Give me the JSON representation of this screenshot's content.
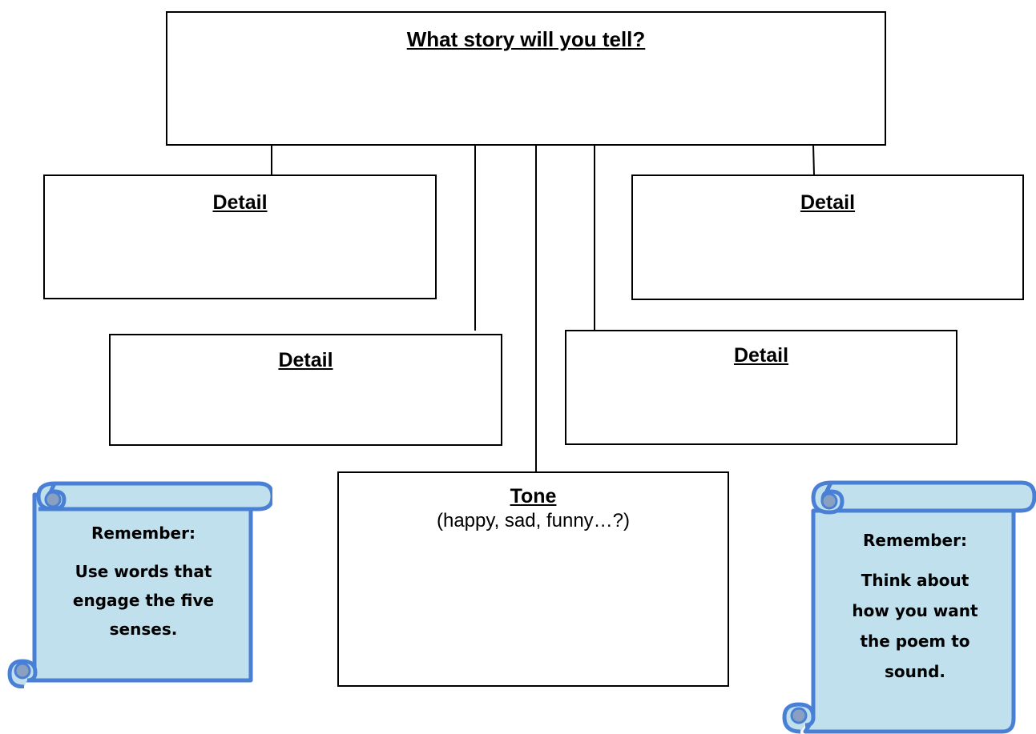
{
  "main": {
    "title": "What story will you tell?"
  },
  "details": [
    {
      "label": "Detail"
    },
    {
      "label": "Detail"
    },
    {
      "label": "Detail"
    },
    {
      "label": "Detail"
    }
  ],
  "tone": {
    "title": "Tone",
    "hint": "(happy, sad, funny…?)"
  },
  "scroll_left": {
    "heading": "Remember:",
    "lines": [
      "Use words that",
      "engage the five",
      "senses."
    ]
  },
  "scroll_right": {
    "heading": "Remember:",
    "lines": [
      "Think about",
      "how you want",
      "the poem to",
      "sound."
    ]
  },
  "colors": {
    "scroll_fill": "#bfe0ec",
    "scroll_stroke": "#4a7fd6",
    "scroll_curl": "#8aa0c0"
  }
}
